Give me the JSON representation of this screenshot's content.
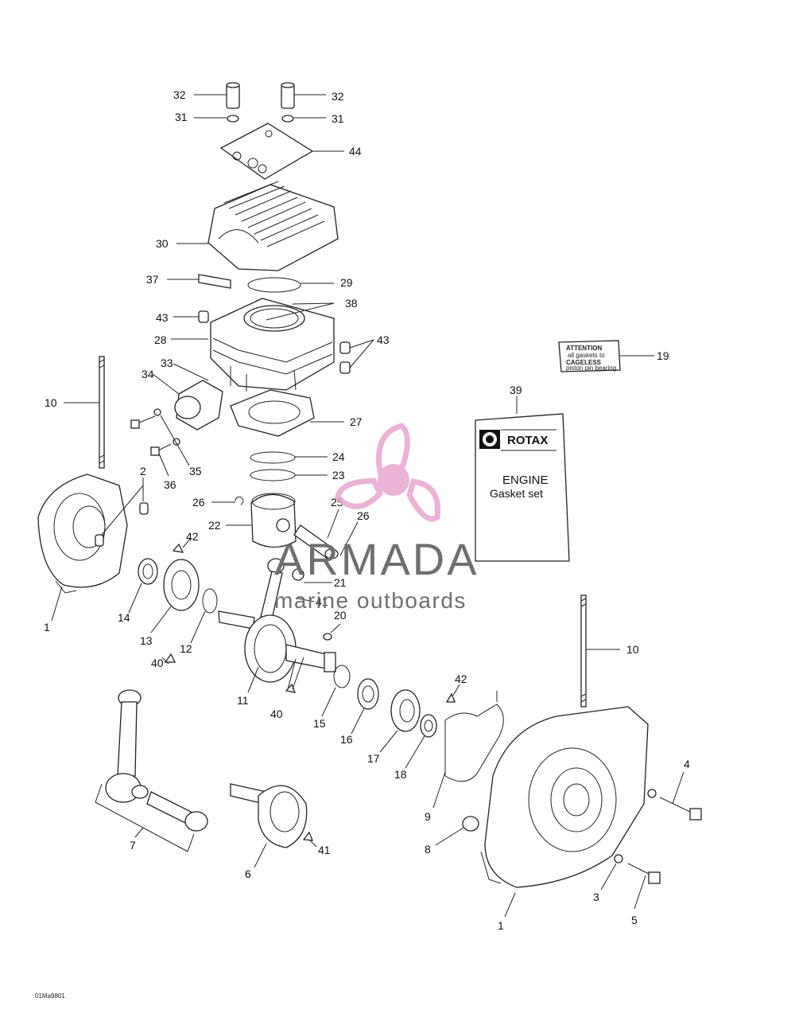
{
  "diagram_code": "01Ma9801",
  "labels": {
    "l1a": "1",
    "l1b": "1",
    "l2": "2",
    "l3": "3",
    "l4": "4",
    "l5": "5",
    "l6": "6",
    "l7": "7",
    "l8": "8",
    "l9": "9",
    "l10a": "10",
    "l10b": "10",
    "l11": "11",
    "l12": "12",
    "l13": "13",
    "l14": "14",
    "l15": "15",
    "l16": "16",
    "l17": "17",
    "l18": "18",
    "l19": "19",
    "l20": "20",
    "l21": "21",
    "l22": "22",
    "l23": "23",
    "l24": "24",
    "l25": "25",
    "l26a": "26",
    "l26b": "26",
    "l27": "27",
    "l28": "28",
    "l29": "29",
    "l30": "30",
    "l31a": "31",
    "l31b": "31",
    "l32a": "32",
    "l32b": "32",
    "l33": "33",
    "l34": "34",
    "l35": "35",
    "l36": "36",
    "l37": "37",
    "l38": "38",
    "l39": "39",
    "l40a": "40",
    "l40b": "40",
    "l41a": "41",
    "l41b": "41",
    "l42a": "42",
    "l42b": "42",
    "l43a": "43",
    "l43b": "43",
    "l44": "44"
  },
  "attention_label": {
    "line1": "ATTENTION",
    "line2": "all gaskets to",
    "line3": "CAGELESS",
    "line4": "piston pin bearing"
  },
  "gasket_kit": {
    "brand": "ROTAX",
    "title": "ENGINE",
    "subtitle": "Gasket set"
  },
  "watermark": {
    "brand": "ARMADA",
    "tagline": "marine outboards",
    "accent_color": "#e8a6cf",
    "text_color": "#6f6f6f"
  }
}
